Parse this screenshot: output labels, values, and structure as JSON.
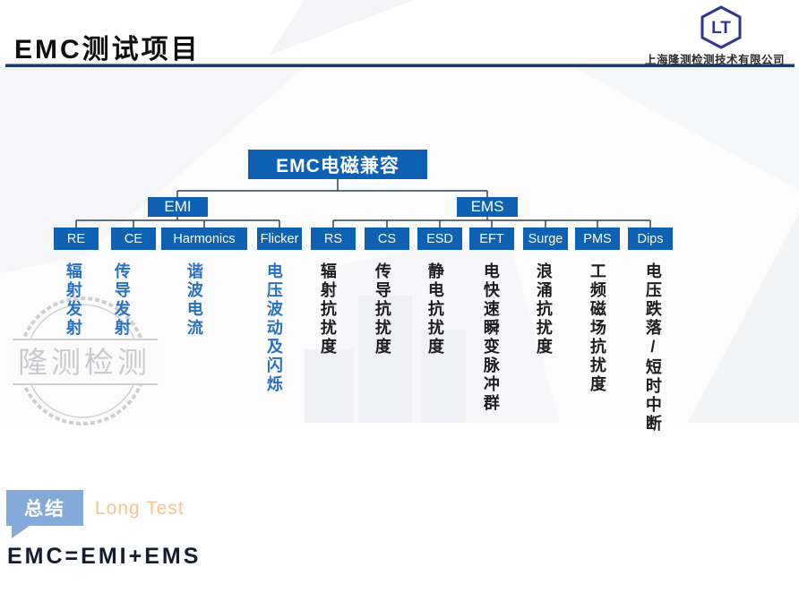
{
  "header": {
    "title": "EMC测试项目",
    "company": "上海隆测检测技术有限公司",
    "logo_monogram": "LT"
  },
  "diagram": {
    "root": "EMC电磁兼容",
    "branches": [
      {
        "label": "EMI",
        "children": [
          {
            "code": "RE",
            "name": "辐射发射"
          },
          {
            "code": "CE",
            "name": "传导发射"
          },
          {
            "code": "Harmonics",
            "name": "谐波电流"
          },
          {
            "code": "Flicker",
            "name": "电压波动及闪烁"
          }
        ]
      },
      {
        "label": "EMS",
        "children": [
          {
            "code": "RS",
            "name": "辐射抗扰度"
          },
          {
            "code": "CS",
            "name": "传导抗扰度"
          },
          {
            "code": "ESD",
            "name": "静电抗扰度"
          },
          {
            "code": "EFT",
            "name": "电快速瞬变脉冲群"
          },
          {
            "code": "Surge",
            "name": "浪涌抗扰度"
          },
          {
            "code": "PMS",
            "name": "工频磁场抗扰度"
          },
          {
            "code": "Dips",
            "name": "电压跌落/短时中断"
          }
        ]
      }
    ]
  },
  "watermark": {
    "text": "隆测检测"
  },
  "summary": {
    "badge": "总结",
    "brand": "Long Test",
    "formula": "EMC=EMI+EMS"
  },
  "colors": {
    "node_blue": "#0d60b2",
    "header_navy": "#1e3a66",
    "emi_label_blue": "#2a70c2",
    "ems_label_dark": "#1d1d1f",
    "badge_blue": "#85aad9",
    "brand_peach": "#f8c48e",
    "logo_indigo": "#2d3691",
    "watermark_gray": "#bfc2c6"
  }
}
